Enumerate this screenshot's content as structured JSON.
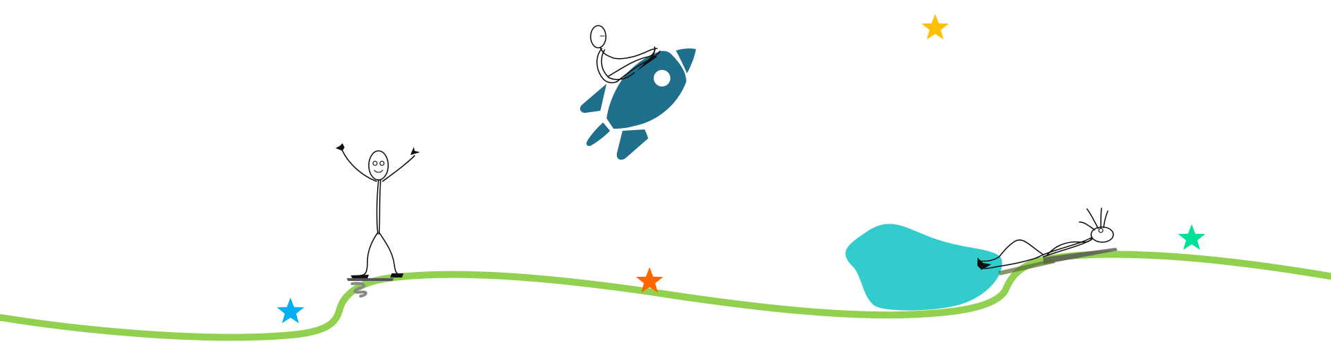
{
  "scene": {
    "background_color": "#ffffff",
    "path_color": "#92d050",
    "pond_color": "#33cccc",
    "rocket_color": "#1f6e8c",
    "ink_color": "#111111",
    "stars": [
      {
        "name": "blue-star",
        "color": "#00b0f0"
      },
      {
        "name": "orange-star",
        "color": "#ff6600"
      },
      {
        "name": "yellow-star",
        "color": "#ffc000"
      },
      {
        "name": "green-star",
        "color": "#00e09a"
      }
    ],
    "figures": [
      "standing-stick-figure",
      "rocket-rider-stick-figure",
      "lying-stick-figure"
    ]
  }
}
